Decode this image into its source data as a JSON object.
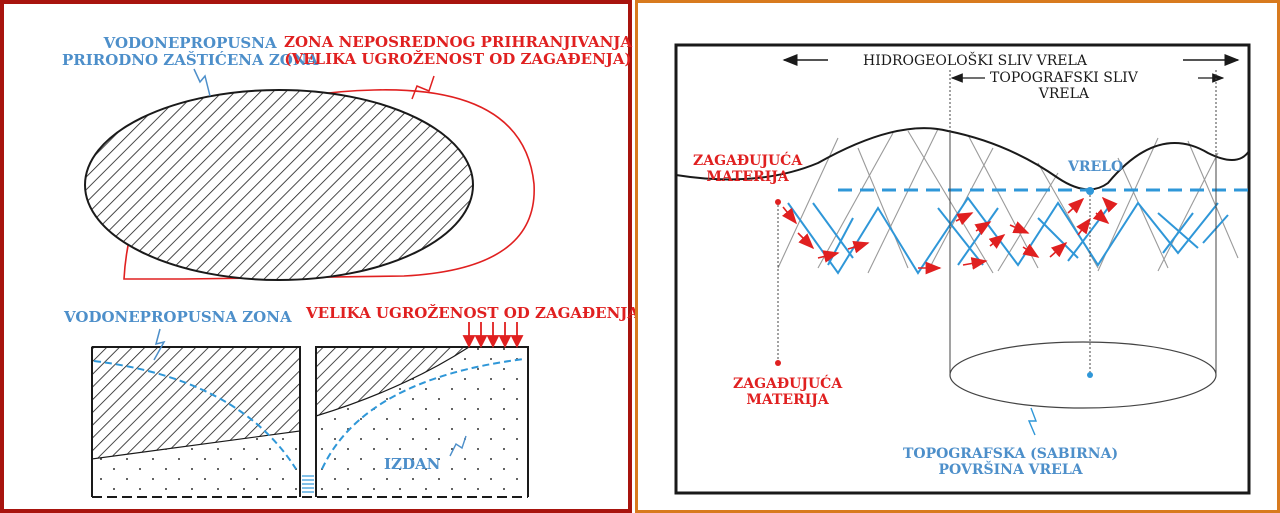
{
  "left": {
    "top_blue_label": "VODONEPROPUSNA\nPRIRODNO ZAŠTIĆENA ZONA",
    "top_red_label": "ZONA NEPOSREDNOG PRIHRANJIVANJA\n(VELIKA UGROŽENOST OD ZAGAĐENJA)",
    "bottom_blue_label": "VODONEPROPUSNA ZONA",
    "bottom_red_label": "VELIKA UGROŽENOST OD ZAGAĐENJA",
    "aquifer_label": "IZDAN"
  },
  "right": {
    "hydro_basin_label": "HIDROGEOLOŠKI SLIV VRELA",
    "topo_basin_label": "TOPOGRAFSKI SLIV\nVRELA",
    "pollutant_top_label": "ZAGAĐUJUĆA\nMATERIJA",
    "spring_label": "VRELO",
    "pollutant_bottom_label": "ZAGAĐUJUĆA\nMATERIJA",
    "catchment_label": "TOPOGRAFSKA (SABIRNA)\nPOVRŠINA VRELA"
  },
  "colors": {
    "red": "#e02020",
    "blue": "#4d8fca",
    "water_blue": "#2f97d8",
    "left_border": "#a8140e",
    "right_border": "#d87a1e"
  }
}
